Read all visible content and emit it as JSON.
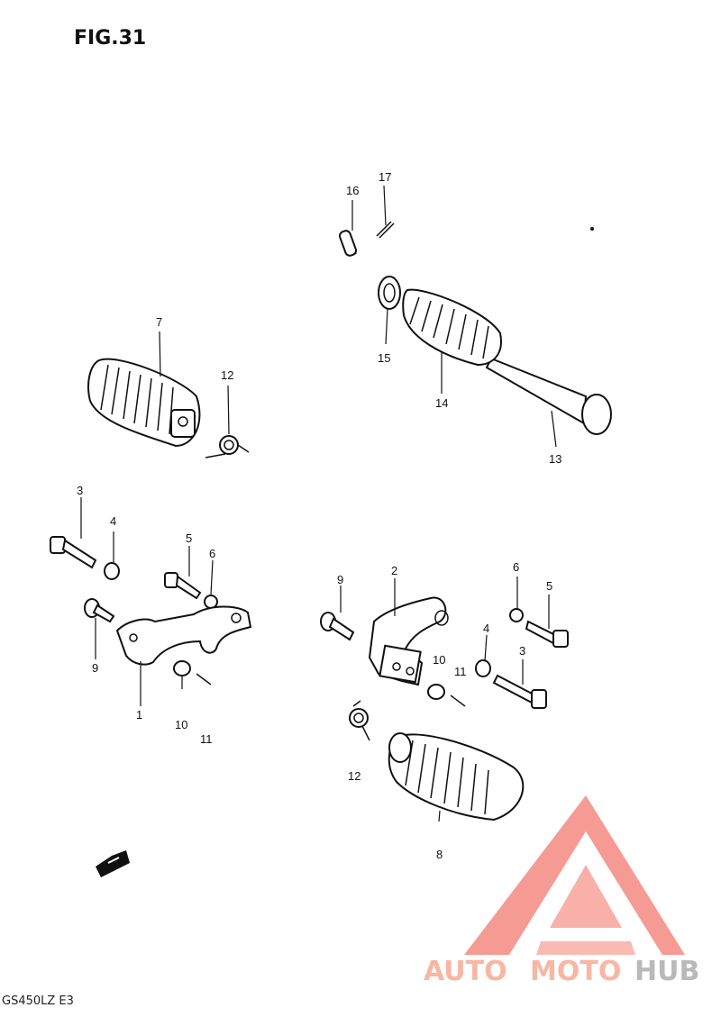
{
  "figure": {
    "title": "FIG.31",
    "footer_code": "GS450LZ E3"
  },
  "labels": {
    "p1": "1",
    "p2": "2",
    "p3a": "3",
    "p3b": "3",
    "p4a": "4",
    "p4b": "4",
    "p5a": "5",
    "p5b": "5",
    "p6a": "6",
    "p6b": "6",
    "p7": "7",
    "p8": "8",
    "p9a": "9",
    "p9b": "9",
    "p10a": "10",
    "p10b": "10",
    "p11a": "11",
    "p11b": "11",
    "p12a": "12",
    "p12b": "12",
    "p13": "13",
    "p14": "14",
    "p15": "15",
    "p16": "16",
    "p17": "17"
  },
  "watermark": {
    "part1": "AUTO",
    "part2": "MOTO",
    "part3": "HUB",
    "accent": "#ee4b3b",
    "gray": "#8a8a8a"
  },
  "icons": {
    "front_arrow": "front-arrow-icon"
  }
}
